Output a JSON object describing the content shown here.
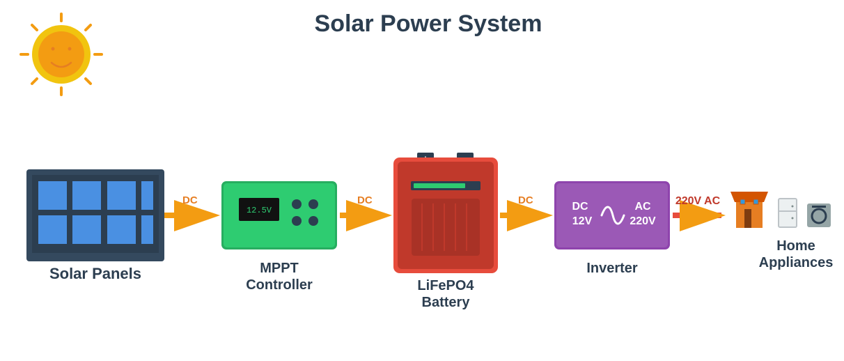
{
  "title": "Solar Power System",
  "components": {
    "solar_panels": {
      "label": "Solar Panels"
    },
    "mppt": {
      "label_line1": "MPPT",
      "label_line2": "Controller",
      "display": "12.5V"
    },
    "battery": {
      "label_line1": "LiFePO4",
      "label_line2": "Battery",
      "positive": "+",
      "negative": "-"
    },
    "inverter": {
      "label": "Inverter",
      "in_type": "DC",
      "in_voltage": "12V",
      "out_type": "AC",
      "out_voltage": "220V"
    },
    "appliances": {
      "label_line1": "Home",
      "label_line2": "Appliances"
    }
  },
  "connections": [
    {
      "label": "DC"
    },
    {
      "label": "DC"
    },
    {
      "label": "DC"
    },
    {
      "label": "220V AC"
    }
  ],
  "colors": {
    "sun": "#f1c40f",
    "arrow": "#f39c12",
    "panel_frame": "#34495e",
    "panel_cell": "#4a90e2",
    "controller": "#2ecc71",
    "battery": "#e74c3c",
    "inverter": "#9b59b6",
    "house": "#e67e22"
  }
}
